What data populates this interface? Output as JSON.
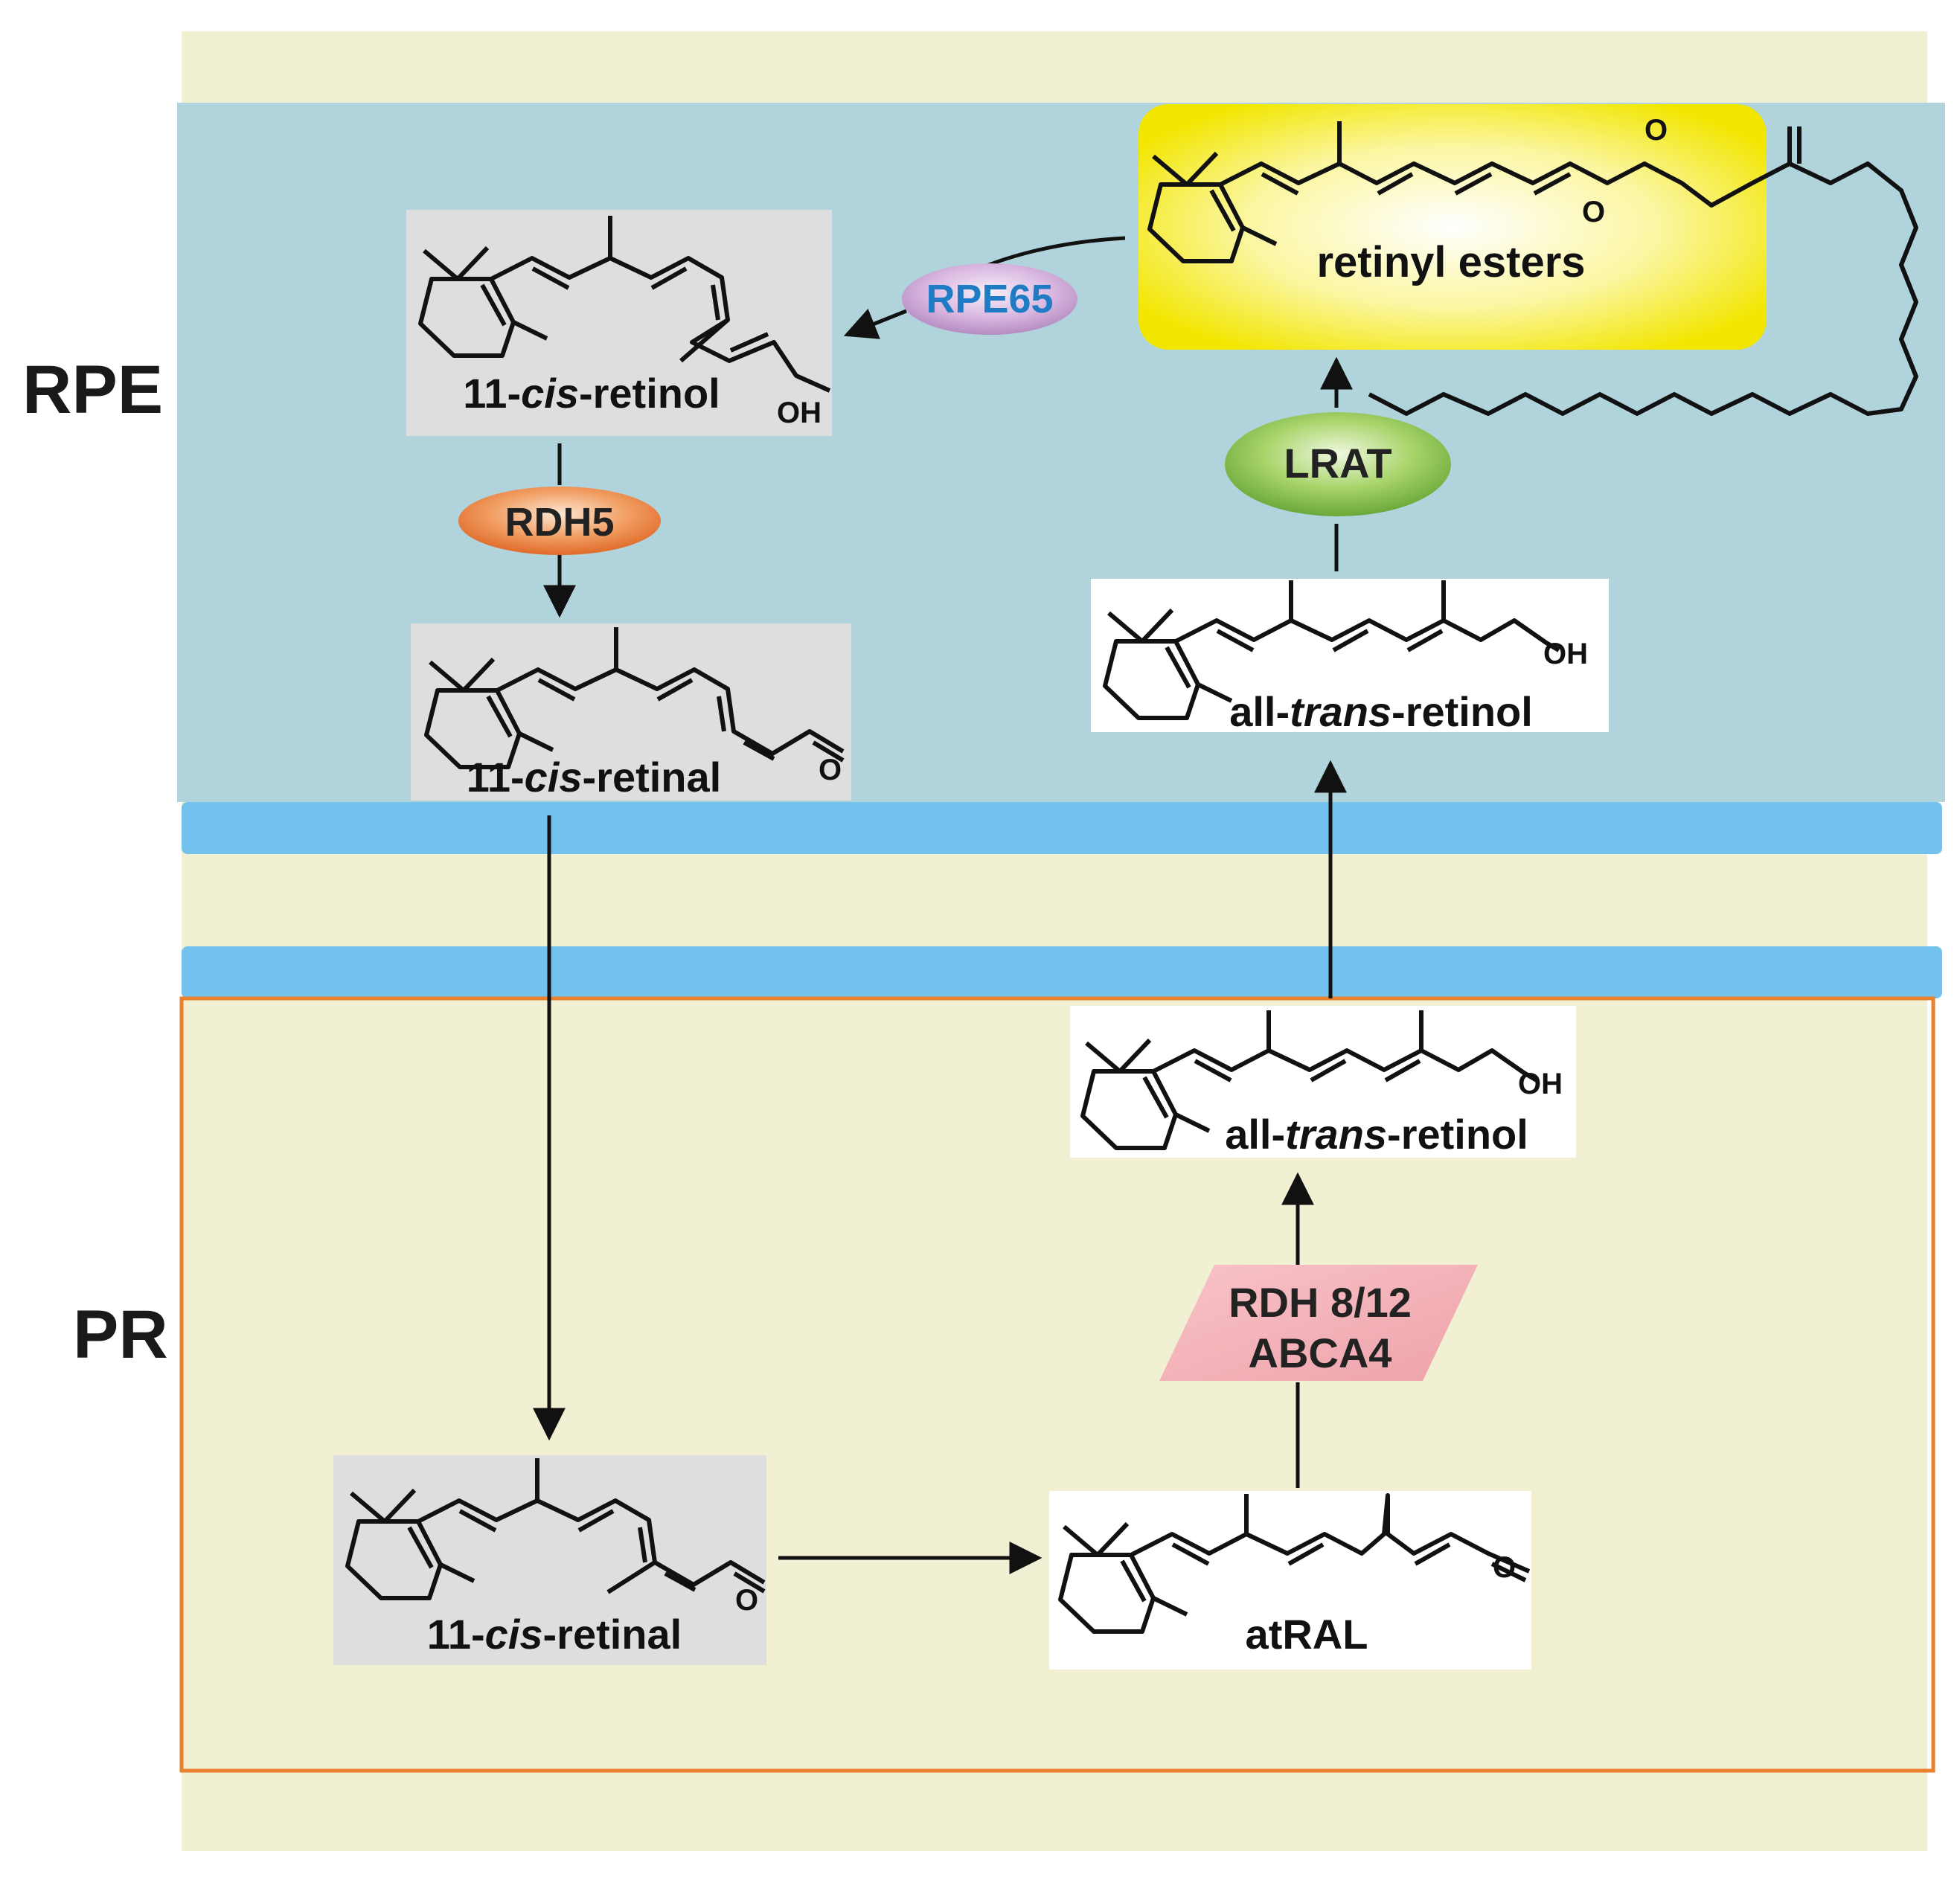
{
  "regions": {
    "rpe_label": "RPE",
    "pr_label": "PR"
  },
  "molecules": {
    "retinyl_esters": "retinyl esters",
    "cis_retinol": {
      "prefix": "11-",
      "italic": "cis",
      "suffix": "-retinol"
    },
    "cis_retinal_rpe": {
      "prefix": "11-",
      "italic": "cis",
      "suffix": "-retinal"
    },
    "trans_retinol_rpe": {
      "prefix": "all-",
      "italic": "trans",
      "suffix": "-retinol"
    },
    "trans_retinol_pr": {
      "prefix": "all-",
      "italic": "trans",
      "suffix": "-retinol"
    },
    "cis_retinal_pr": {
      "prefix": "11-",
      "italic": "cis",
      "suffix": "-retinal"
    },
    "atral": "atRAL"
  },
  "atoms": {
    "oh": "OH",
    "o": "O"
  },
  "enzymes": {
    "rpe65": "RPE65",
    "rdh5": "RDH5",
    "lrat": "LRAT",
    "rdh_line1": "RDH 8/12",
    "rdh_line2": "ABCA4"
  },
  "colors": {
    "outer_bg": "#f2f0d2",
    "rpe_bg": "#b0d3dc",
    "membrane": "#73c2ee",
    "pr_border": "#e8802e",
    "box_grey": "#dedede",
    "rpe65_text": "#1f7cc4"
  }
}
